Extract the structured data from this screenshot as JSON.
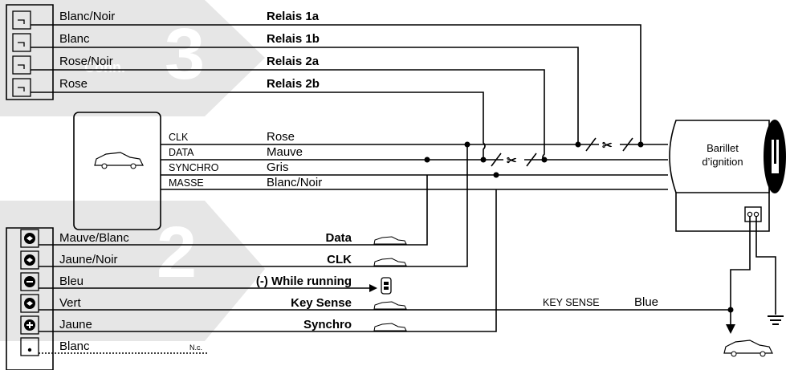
{
  "connector_top": {
    "label": "Conn.",
    "number": "3",
    "wires": [
      {
        "color": "Blanc/Noir",
        "function": "Relais 1a"
      },
      {
        "color": "Blanc",
        "function": "Relais 1b"
      },
      {
        "color": "Rose/Noir",
        "function": "Relais 2a"
      },
      {
        "color": "Rose",
        "function": "Relais 2b"
      }
    ]
  },
  "connector_bottom": {
    "number": "2",
    "wires": [
      {
        "color": "Mauve/Blanc",
        "function": "Data",
        "pin_icon": "diode-icon"
      },
      {
        "color": "Jaune/Noir",
        "function": "CLK",
        "pin_icon": "diode-icon"
      },
      {
        "color": "Bleu",
        "function": "(-) While running",
        "pin_icon": "negative-icon"
      },
      {
        "color": "Vert",
        "function": "Key Sense",
        "pin_icon": "diode-icon"
      },
      {
        "color": "Jaune",
        "function": "Synchro",
        "pin_icon": "positive-icon"
      },
      {
        "color": "Blanc",
        "function": "",
        "note": "N.c."
      }
    ]
  },
  "module_bus": [
    {
      "signal": "CLK",
      "color": "Rose"
    },
    {
      "signal": "DATA",
      "color": "Mauve"
    },
    {
      "signal": "SYNCHRO",
      "color": "Gris"
    },
    {
      "signal": "MASSE",
      "color": "Blanc/Noir"
    }
  ],
  "ignition": {
    "label_line1": "Barillet",
    "label_line2": "d’ignition"
  },
  "key_sense": {
    "label": "KEY SENSE",
    "color": "Blue"
  }
}
